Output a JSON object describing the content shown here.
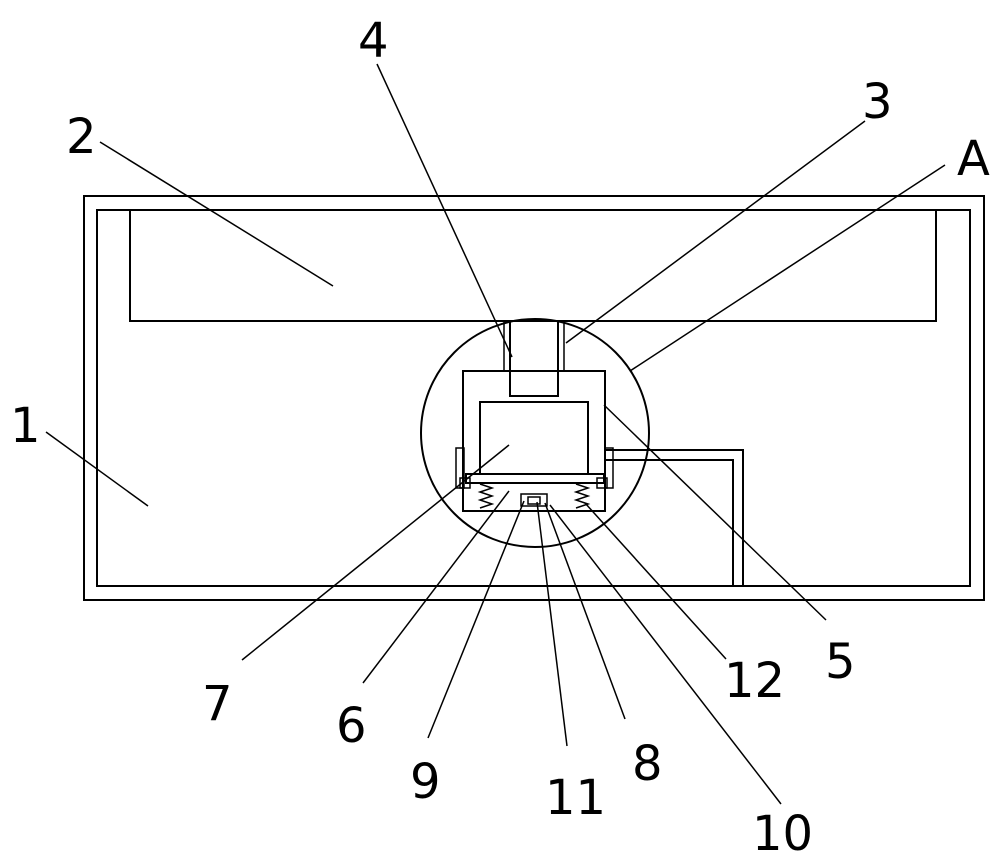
{
  "labels": {
    "l1": "1",
    "l2": "2",
    "l3": "3",
    "l4": "4",
    "l5": "5",
    "l6": "6",
    "l7": "7",
    "l8": "8",
    "l9": "9",
    "l10": "10",
    "l11": "11",
    "l12": "12",
    "lA": "A"
  }
}
